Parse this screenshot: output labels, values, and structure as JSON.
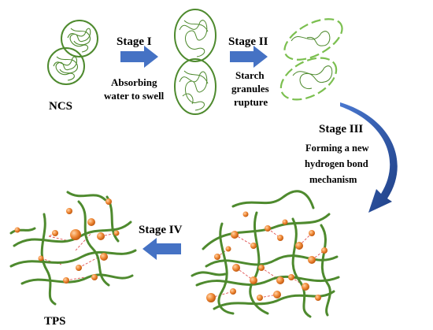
{
  "labels": {
    "ncs": "NCS",
    "stage1": "Stage I",
    "stage1_desc_line1": "Absorbing",
    "stage1_desc_line2": "water to swell",
    "stage2": "Stage II",
    "stage2_desc_line1": "Starch",
    "stage2_desc_line2": "granules",
    "stage2_desc_line3": "rupture",
    "stage3": "Stage III",
    "stage3_desc_line1": "Forming a new",
    "stage3_desc_line2": "hydrogen bond",
    "stage3_desc_line3": "mechanism",
    "stage4": "Stage IV",
    "tps": "TPS"
  },
  "colors": {
    "chain": "#4e8a2e",
    "granule_outline": "#4e8a2e",
    "ruptured_outline": "#7bbf4f",
    "stage_arrow": "#4572c4",
    "curved_arrow": "#2a4f9e",
    "particle": "#ed7d31",
    "hydrogen_bond": "#e05050"
  },
  "icons": {
    "stage_arrow": "right-block-arrow",
    "stage4_arrow": "left-block-arrow",
    "stage3_arrow": "curved-arrow"
  }
}
